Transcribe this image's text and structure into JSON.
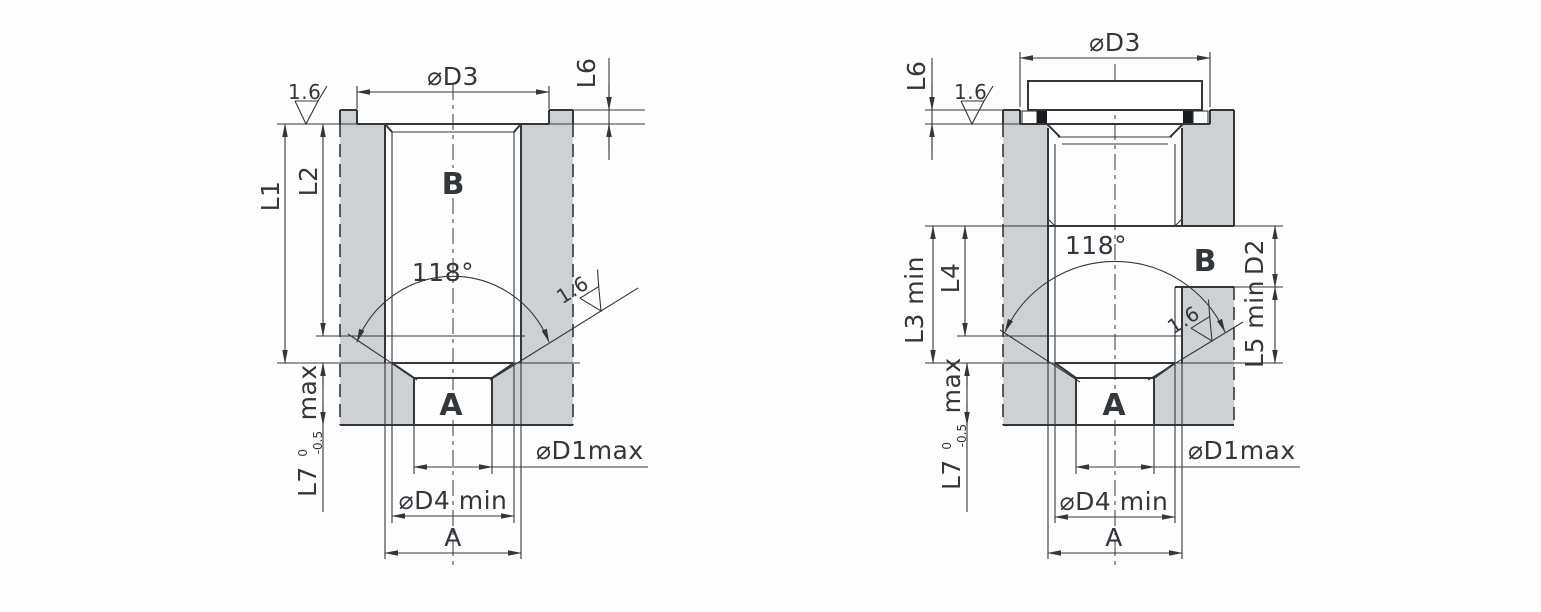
{
  "colors": {
    "body_fill": "#cdd1d3",
    "line": "#33373b",
    "seal": "#191b1d",
    "background": "#fdfdfe"
  },
  "left_view": {
    "d3": "⌀D3",
    "l6": "L6",
    "finish_top": "1.6",
    "l1": "L1",
    "l2": "L2",
    "bore_label": "B",
    "angle": "118°",
    "finish_cone": "1.6",
    "hole_label": "A",
    "l7": "L7",
    "l7_tol_upper": "0",
    "l7_tol_lower": "-0.5",
    "l7_suffix": "max",
    "d1": "⌀D1max",
    "d4": "⌀D4 min",
    "a_dim": "A"
  },
  "right_view": {
    "d3": "⌀D3",
    "l6": "L6",
    "finish_top": "1.6",
    "l3": "L3 min",
    "l4": "L4",
    "bore_label": "B",
    "angle": "118°",
    "d2": "D2",
    "l5": "L5 min",
    "finish_cone": "1.6",
    "hole_label": "A",
    "l7": "L7",
    "l7_tol_upper": "0",
    "l7_tol_lower": "-0.5",
    "l7_suffix": "max",
    "d1": "⌀D1max",
    "d4": "⌀D4 min",
    "a_dim": "A"
  }
}
